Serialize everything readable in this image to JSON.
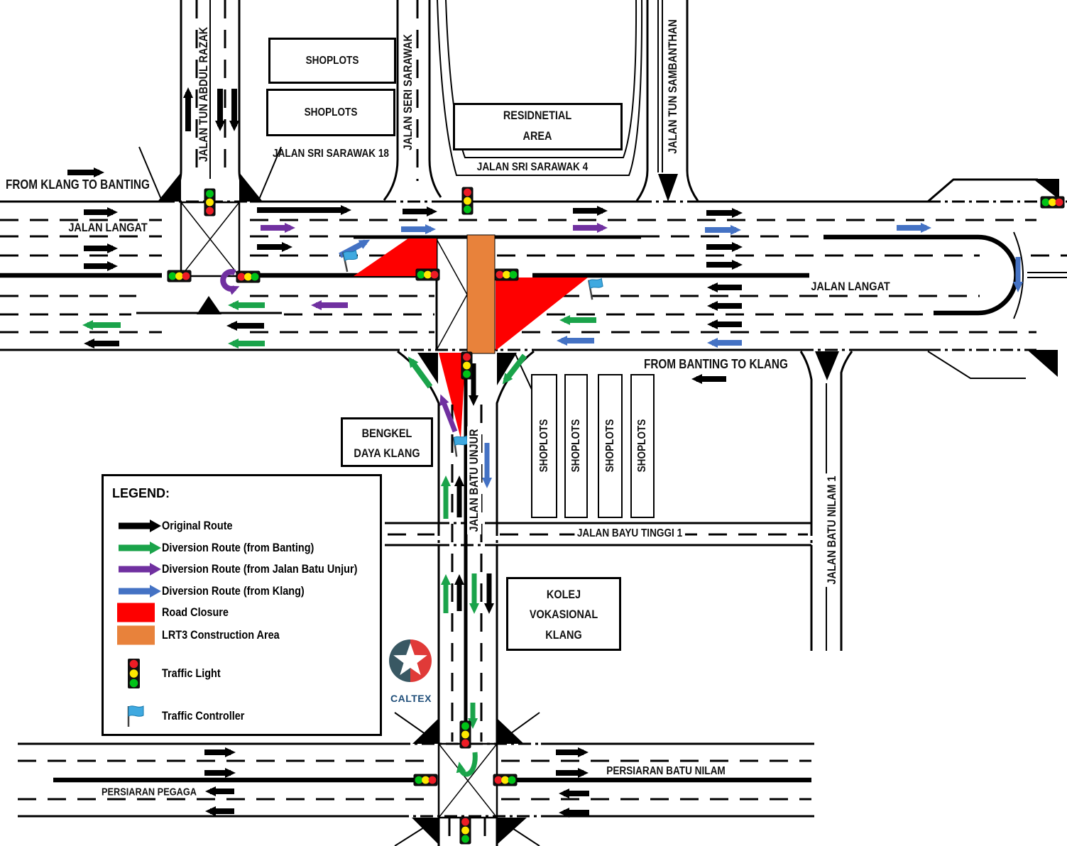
{
  "directions": {
    "from_klang_to_banting": "FROM KLANG TO BANTING",
    "from_banting_to_klang": "FROM BANTING TO KLANG"
  },
  "roads": {
    "jalan_langat_west": "JALAN LANGAT",
    "jalan_langat_east": "JALAN LANGAT",
    "jalan_tun_abdul_razak": "JALAN TUN ABDUL RAZAK",
    "jalan_seri_sarawak": "JALAN SERI SARAWAK",
    "jalan_sri_sarawak_18": "JALAN SRI SARAWAK 18",
    "jalan_sri_sarawak_4": "JALAN SRI SARAWAK 4",
    "jalan_tun_sambanthan": "JALAN TUN SAMBANTHAN",
    "jalan_batu_unjur": "JALAN BATU UNJUR",
    "jalan_batu_nilam_1": "JALAN BATU NILAM 1",
    "jalan_bayu_tinggi_1": "JALAN BAYU TINGGI 1",
    "persiaran_pegaga": "PERSIARAN PEGAGA",
    "persiaran_batu_nilam": "PERSIARAN BATU NILAM"
  },
  "places": {
    "shoplots": "SHOPLOTS",
    "residential_line1": "RESIDNETIAL",
    "residential_line2": "AREA",
    "bengkel_line1": "BENGKEL",
    "bengkel_line2": "DAYA KLANG",
    "kolej_line1": "KOLEJ",
    "kolej_line2": "VOKASIONAL",
    "kolej_line3": "KLANG",
    "caltex": "CALTEX"
  },
  "legend": {
    "title": "LEGEND:",
    "items": [
      {
        "label": "Original Route",
        "type": "arrow",
        "color": "#000000"
      },
      {
        "label": "Diversion Route (from Banting)",
        "type": "arrow",
        "color": "#1aa34a"
      },
      {
        "label": "Diversion Route (from Jalan Batu Unjur)",
        "type": "arrow",
        "color": "#7030a0"
      },
      {
        "label": "Diversion Route (from Klang)",
        "type": "arrow",
        "color": "#4472c4"
      },
      {
        "label": "Road Closure",
        "type": "area",
        "color": "#fe0000"
      },
      {
        "label": "LRT3 Construction Area",
        "type": "area",
        "color": "#e8823b"
      },
      {
        "label": "Traffic Light",
        "type": "traffic-light",
        "color": "#101010"
      },
      {
        "label": "Traffic Controller",
        "type": "flag",
        "color": "#3fa9e0"
      }
    ]
  },
  "colors": {
    "original_route": "#000000",
    "diversion_from_banting": "#1aa34a",
    "diversion_from_jalan_batu_unjur": "#7030a0",
    "diversion_from_klang": "#4472c4",
    "road_closure": "#fe0000",
    "lrt3_construction_area": "#e8823b",
    "traffic_controller_flag": "#3fa9e0",
    "traffic_light_red": "#ee1c25",
    "traffic_light_yellow": "#ffe800",
    "traffic_light_green": "#00c317"
  }
}
